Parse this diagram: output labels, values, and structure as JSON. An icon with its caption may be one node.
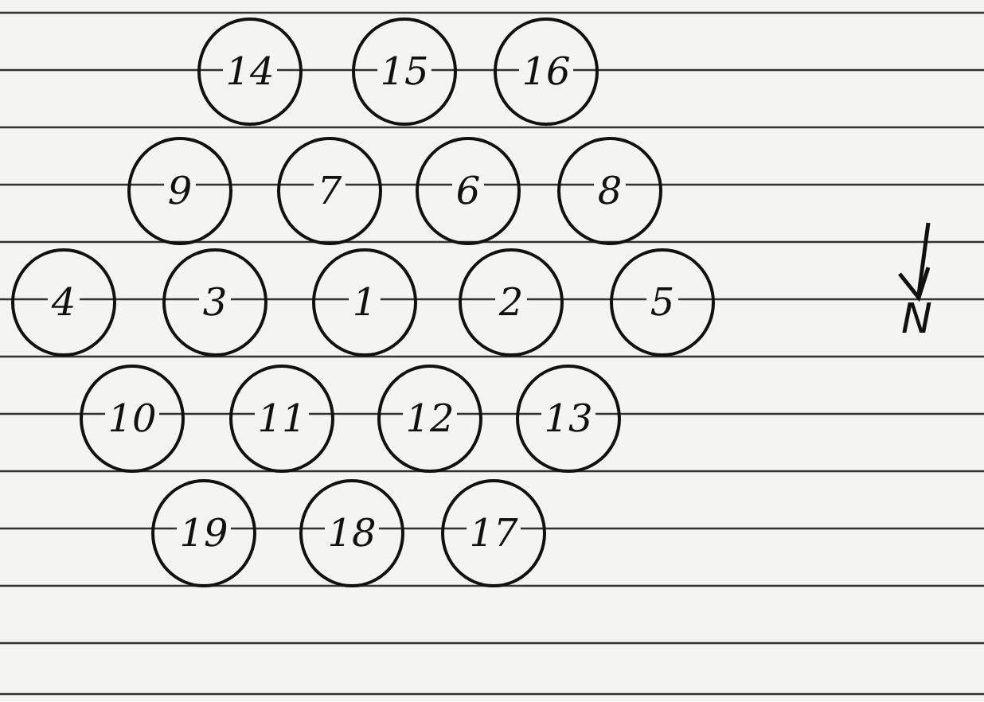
{
  "diagram": {
    "nodes": [
      {
        "text": [
          "14"
        ]
      },
      {
        "text": [
          "15"
        ]
      },
      {
        "text": [
          "16"
        ]
      },
      {
        "text": [
          "9"
        ]
      },
      {
        "text": [
          "7"
        ]
      },
      {
        "text": [
          "6"
        ]
      },
      {
        "text": [
          "8"
        ]
      },
      {
        "text": [
          "4"
        ]
      },
      {
        "text": [
          "3"
        ]
      },
      {
        "text": [
          "1"
        ]
      },
      {
        "text": [
          "2"
        ]
      },
      {
        "text": [
          "5"
        ]
      },
      {
        "text": [
          "10"
        ]
      },
      {
        "text": [
          "11"
        ]
      },
      {
        "text": [
          "12"
        ]
      },
      {
        "text": [
          "13"
        ]
      },
      {
        "text": [
          "19"
        ]
      },
      {
        "text": [
          "18"
        ]
      },
      {
        "text": [
          "17"
        ]
      }
    ],
    "labels": [
      "N"
    ]
  }
}
